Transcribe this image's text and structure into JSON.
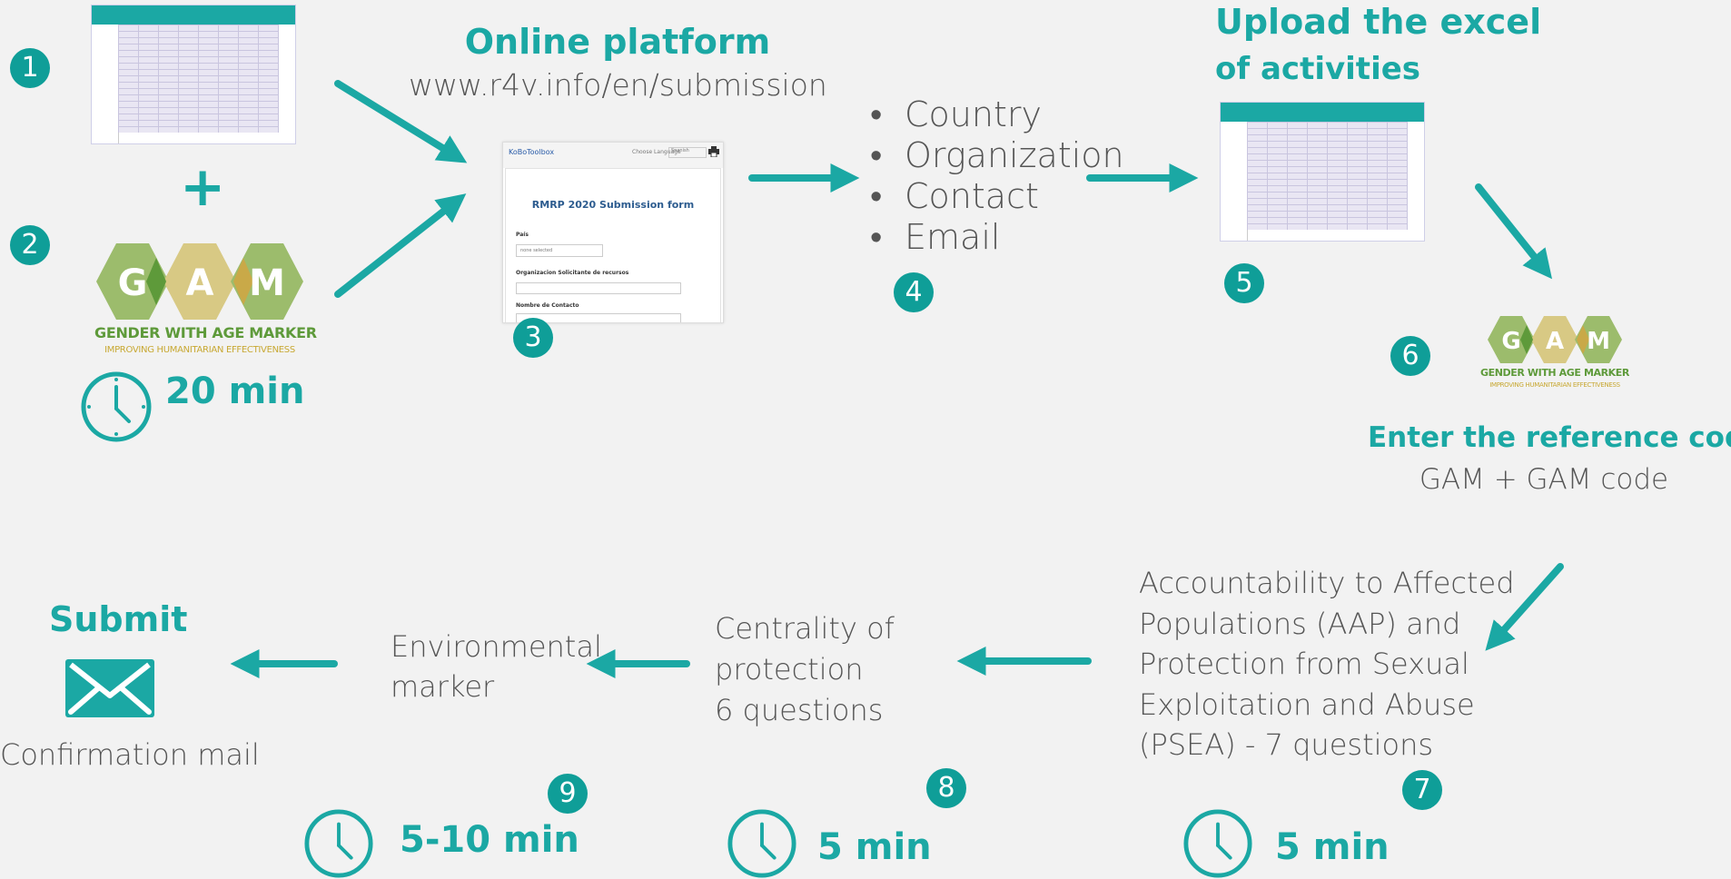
{
  "badges": [
    "1",
    "2",
    "3",
    "4",
    "5",
    "6",
    "7",
    "8",
    "9"
  ],
  "plus": "+",
  "gam_logo": {
    "letters": [
      "G",
      "A",
      "M"
    ],
    "name": "GENDER WITH AGE MARKER",
    "tagline": "IMPROVING HUMANITARIAN EFFECTIVENESS",
    "colors": {
      "green": "#9cbc6c",
      "gold": "#d8c984",
      "dark_green": "#5e9a3a",
      "diamond": "#c9a948",
      "tagline": "#c8a832"
    }
  },
  "step_left": {
    "time": "20 min"
  },
  "online": {
    "title": "Online platform",
    "url": "www.r4v.info/en/submission"
  },
  "form": {
    "brand": "KoBoToolbox",
    "language_label": "Choose Language",
    "language_value": "Spanish",
    "title": "RMRP 2020 Submission form",
    "field1_label": "País",
    "field1_value": "none selected",
    "field2_label": "Organizacion Solicitante de recursos",
    "field3_label": "Nombre de Contacto"
  },
  "fields": [
    "Country",
    "Organization",
    "Contact",
    "Email"
  ],
  "upload": {
    "title_line1": "Upload the excel",
    "title_line2": "of activities"
  },
  "reference": {
    "title": "Enter the reference code",
    "subtitle": "GAM + GAM code"
  },
  "aap": {
    "lines": [
      "Accountability to Affected",
      "Populations (AAP) and",
      "Protection from Sexual",
      "Exploitation and Abuse",
      "(PSEA) - 7 questions"
    ],
    "time": "5 min"
  },
  "centrality": {
    "lines": [
      "Centrality of",
      "protection",
      "6 questions"
    ],
    "time": "5 min"
  },
  "environmental": {
    "lines": [
      "Environmental",
      "marker"
    ],
    "time": "5-10 min"
  },
  "submit": {
    "title": "Submit",
    "caption": "Confirmation mail"
  },
  "colors": {
    "accent": "#1ba8a4",
    "badge": "#0f9e98",
    "text": "#555555",
    "background": "#f2f2f2"
  },
  "icons": [
    "clock-icon",
    "envelope-icon",
    "arrow-icon",
    "printer-icon"
  ]
}
